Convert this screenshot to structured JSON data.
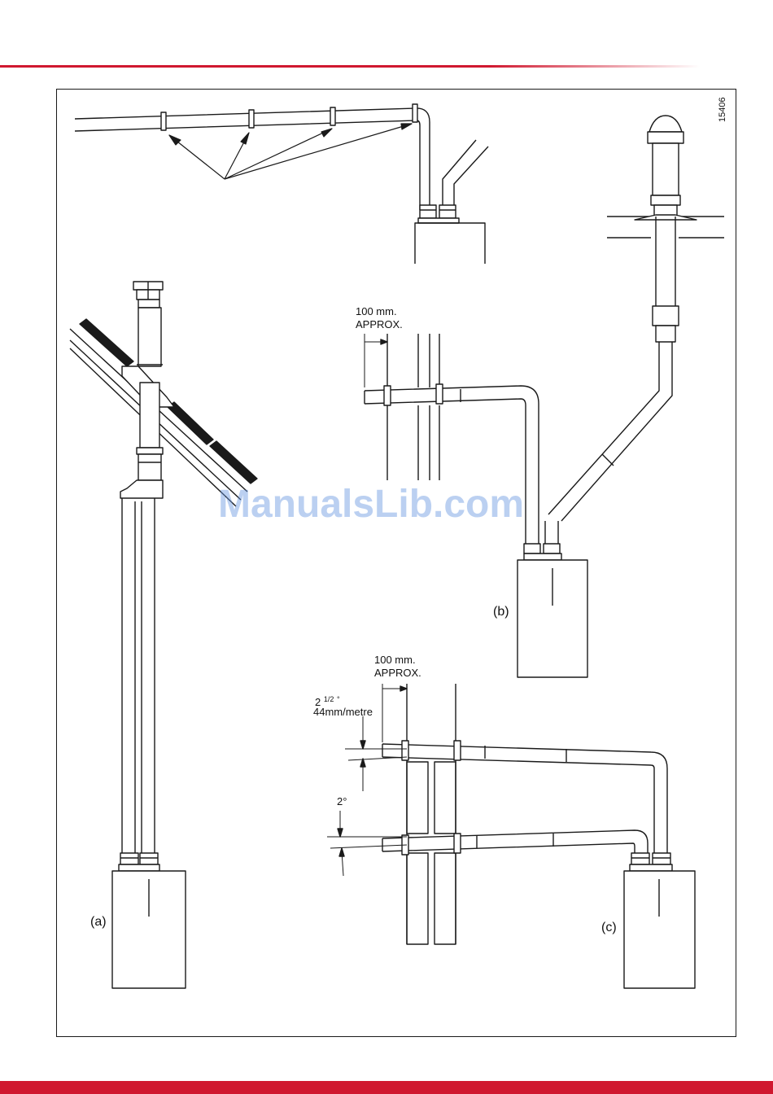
{
  "figure_number": "15406",
  "watermark": "ManualsLib.com",
  "panels": {
    "a": {
      "label": "(a)"
    },
    "b": {
      "label": "(b)",
      "clearance_line1": "100 mm.",
      "clearance_line2": "APPROX."
    },
    "c": {
      "label": "(c)",
      "clearance_line1": "100 mm.",
      "clearance_line2": "APPROX.",
      "slope_upper_deg": "2",
      "slope_upper_frac": "1/2",
      "slope_upper_unit": "°",
      "slope_upper_rate": "44mm/metre",
      "slope_lower": "2°"
    }
  },
  "colors": {
    "accent": "#d0182f",
    "line": "#1a1a1a",
    "watermark": "#6996e1"
  }
}
